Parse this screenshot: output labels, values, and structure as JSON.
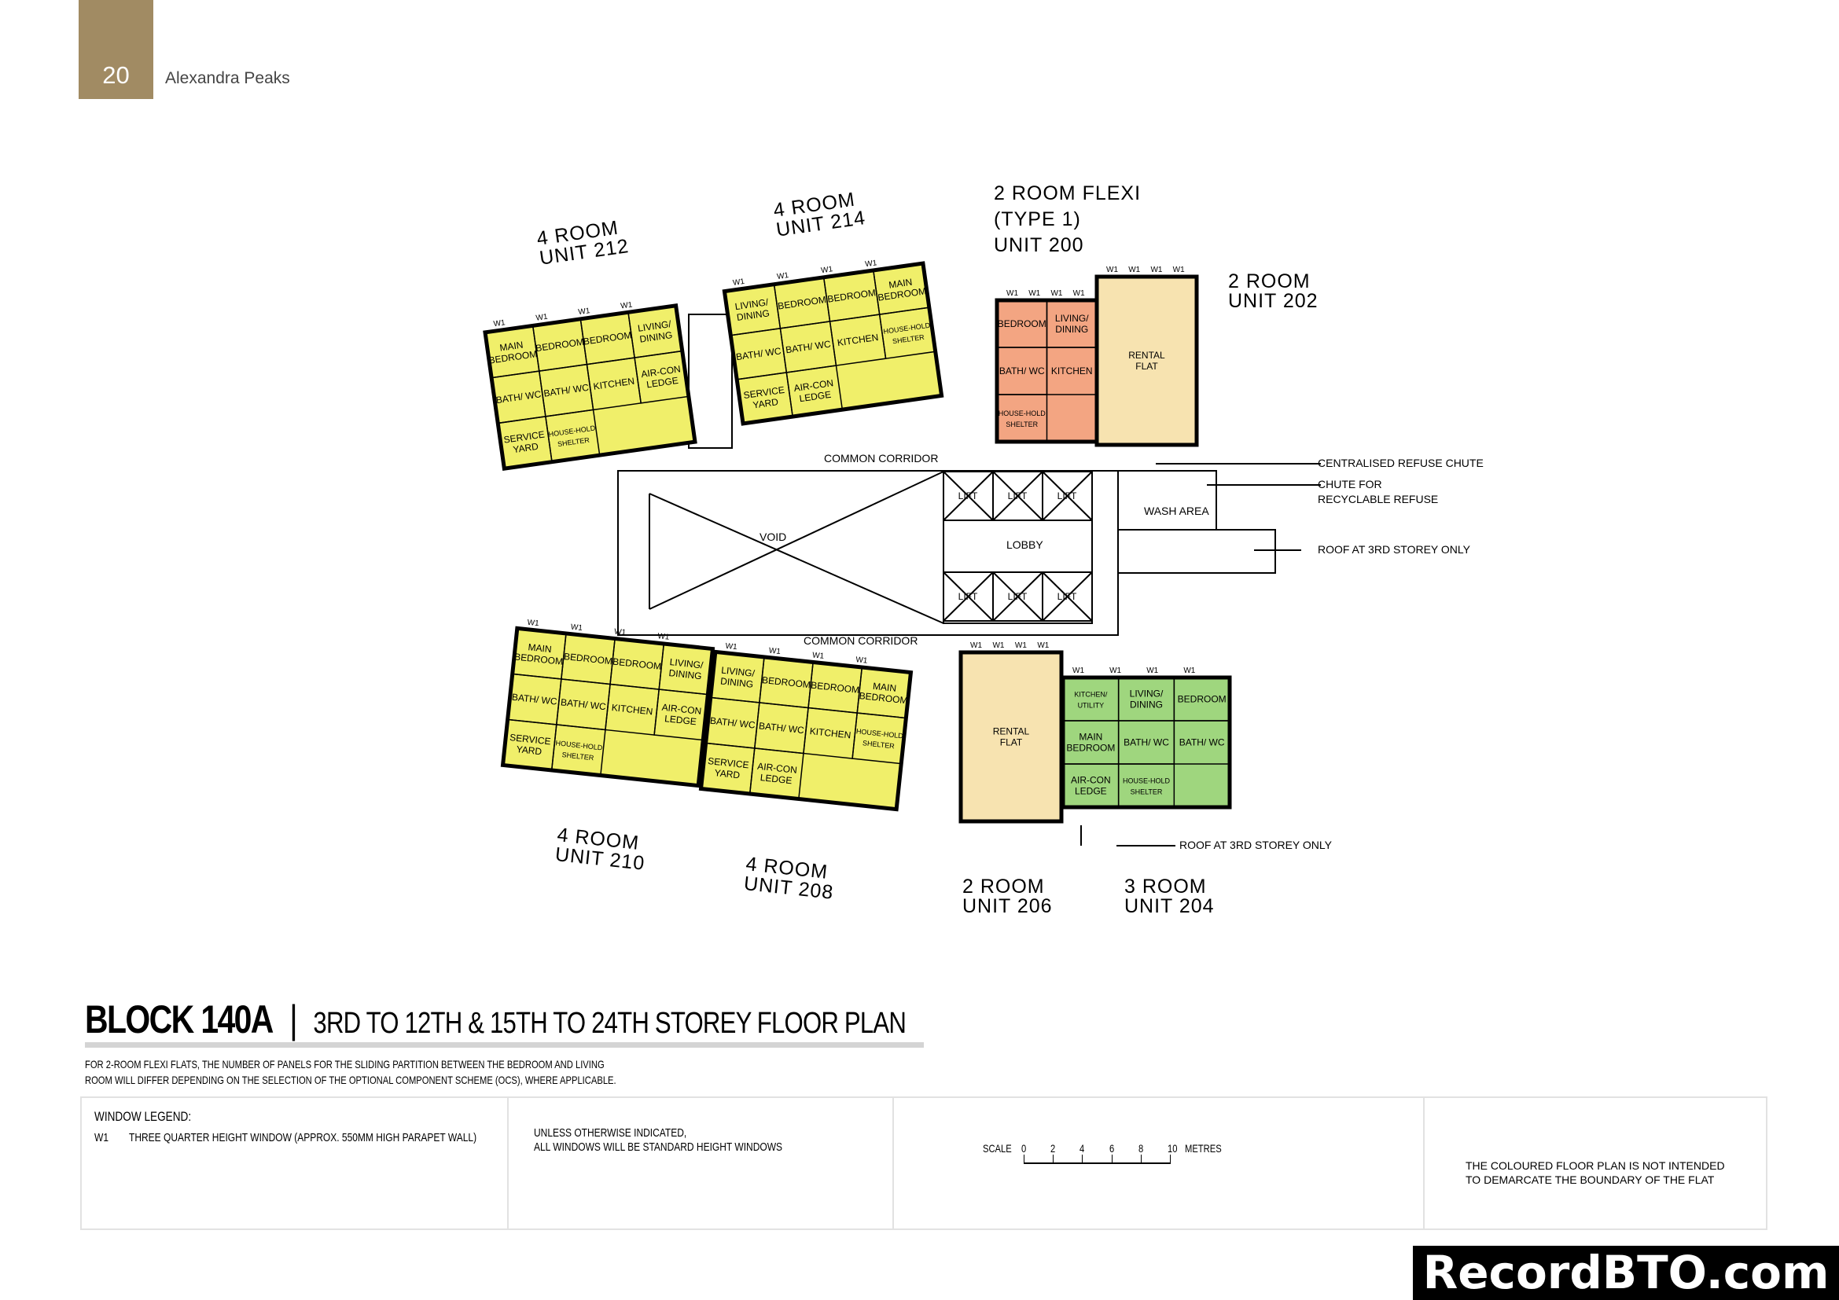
{
  "header": {
    "page_number": "20",
    "document_name": "Alexandra Peaks",
    "brand_color": "#a18b63"
  },
  "plan": {
    "units": [
      {
        "id": "212",
        "type": "4 ROOM",
        "unit": "UNIT 212",
        "color": "#f0ef6a",
        "rooms": [
          "MAIN BEDROOM",
          "BEDROOM",
          "BEDROOM",
          "LIVING/ DINING",
          "BATH/ WC",
          "BATH/ WC",
          "KITCHEN",
          "AIR-CON LEDGE",
          "SERVICE YARD",
          "HOUSE-HOLD SHELTER"
        ]
      },
      {
        "id": "214",
        "type": "4 ROOM",
        "unit": "UNIT 214",
        "color": "#f0ef6a",
        "rooms": [
          "LIVING/ DINING",
          "BEDROOM",
          "BEDROOM",
          "MAIN BEDROOM",
          "BATH/ WC",
          "BATH/ WC",
          "KITCHEN",
          "HOUSE-HOLD SHELTER",
          "SERVICE YARD",
          "AIR-CON LEDGE"
        ]
      },
      {
        "id": "200",
        "type": "2 ROOM FLEXI",
        "subtype": "(TYPE 1)",
        "unit": "UNIT 200",
        "color": "#f3a582",
        "rooms": [
          "BEDROOM",
          "LIVING/ DINING",
          "BATH/ WC",
          "KITCHEN",
          "HOUSE-HOLD SHELTER"
        ]
      },
      {
        "id": "202",
        "type": "2 ROOM",
        "unit": "UNIT 202",
        "color": "#f7e3b0",
        "rooms": [
          "RENTAL FLAT"
        ]
      },
      {
        "id": "210",
        "type": "4 ROOM",
        "unit": "UNIT 210",
        "color": "#f0ef6a",
        "rooms": [
          "MAIN BEDROOM",
          "BEDROOM",
          "BEDROOM",
          "LIVING/ DINING",
          "BATH/ WC",
          "BATH/ WC",
          "KITCHEN",
          "AIR-CON LEDGE",
          "SERVICE YARD",
          "HOUSE-HOLD SHELTER"
        ]
      },
      {
        "id": "208",
        "type": "4 ROOM",
        "unit": "UNIT 208",
        "color": "#f0ef6a",
        "rooms": [
          "LIVING/ DINING",
          "BEDROOM",
          "BEDROOM",
          "MAIN BEDROOM",
          "BATH/ WC",
          "BATH/ WC",
          "KITCHEN",
          "HOUSE-HOLD SHELTER",
          "SERVICE YARD",
          "AIR-CON LEDGE"
        ]
      },
      {
        "id": "206",
        "type": "2 ROOM",
        "unit": "UNIT 206",
        "color": "#f7e3b0",
        "rooms": [
          "RENTAL FLAT"
        ]
      },
      {
        "id": "204",
        "type": "3 ROOM",
        "unit": "UNIT 204",
        "color": "#9fd67e",
        "rooms": [
          "KITCHEN/ UTILITY",
          "LIVING/ DINING",
          "BEDROOM",
          "MAIN BEDROOM",
          "BATH/ WC",
          "BATH/ WC",
          "AIR-CON LEDGE",
          "HOUSE-HOLD SHELTER"
        ]
      }
    ],
    "common": {
      "corridor_top": "COMMON   CORRIDOR",
      "corridor_bottom": "COMMON   CORRIDOR",
      "void": "VOID",
      "lobby": "LOBBY",
      "lift": "LIFT",
      "wash_area": "WASH AREA",
      "window": "W1"
    },
    "callouts": {
      "refuse_chute": "CENTRALISED  REFUSE  CHUTE",
      "recycle_1": "CHUTE  FOR",
      "recycle_2": "RECYCLABLE  REFUSE",
      "roof_right": "ROOF  AT  3RD  STOREY  ONLY",
      "roof_bottom": "ROOF  AT  3RD  STOREY  ONLY"
    }
  },
  "title": {
    "block": "BLOCK 140A",
    "separator": "|",
    "storeys": "3RD TO 12TH & 15TH TO 24TH STOREY FLOOR PLAN"
  },
  "note": {
    "line1": "FOR 2-ROOM FLEXI FLATS, THE NUMBER OF PANELS FOR THE SLIDING PARTITION BETWEEN THE BEDROOM AND LIVING",
    "line2": "ROOM WILL DIFFER DEPENDING ON THE SELECTION OF THE OPTIONAL COMPONENT SCHEME (OCS), WHERE APPLICABLE."
  },
  "legend": {
    "heading": "WINDOW LEGEND:",
    "code": "W1",
    "description": "THREE QUARTER HEIGHT WINDOW (APPROX. 550MM HIGH PARAPET WALL)",
    "standard_1": "UNLESS OTHERWISE INDICATED,",
    "standard_2": "ALL WINDOWS WILL BE STANDARD HEIGHT WINDOWS",
    "scale_label": "SCALE",
    "scale_ticks": [
      "0",
      "2",
      "4",
      "6",
      "8",
      "10"
    ],
    "scale_unit": "METRES",
    "disclaimer_1": "THE COLOURED FLOOR PLAN IS NOT INTENDED",
    "disclaimer_2": "TO DEMARCATE THE BOUNDARY OF THE FLAT"
  },
  "watermark": "RecordBTO.com"
}
